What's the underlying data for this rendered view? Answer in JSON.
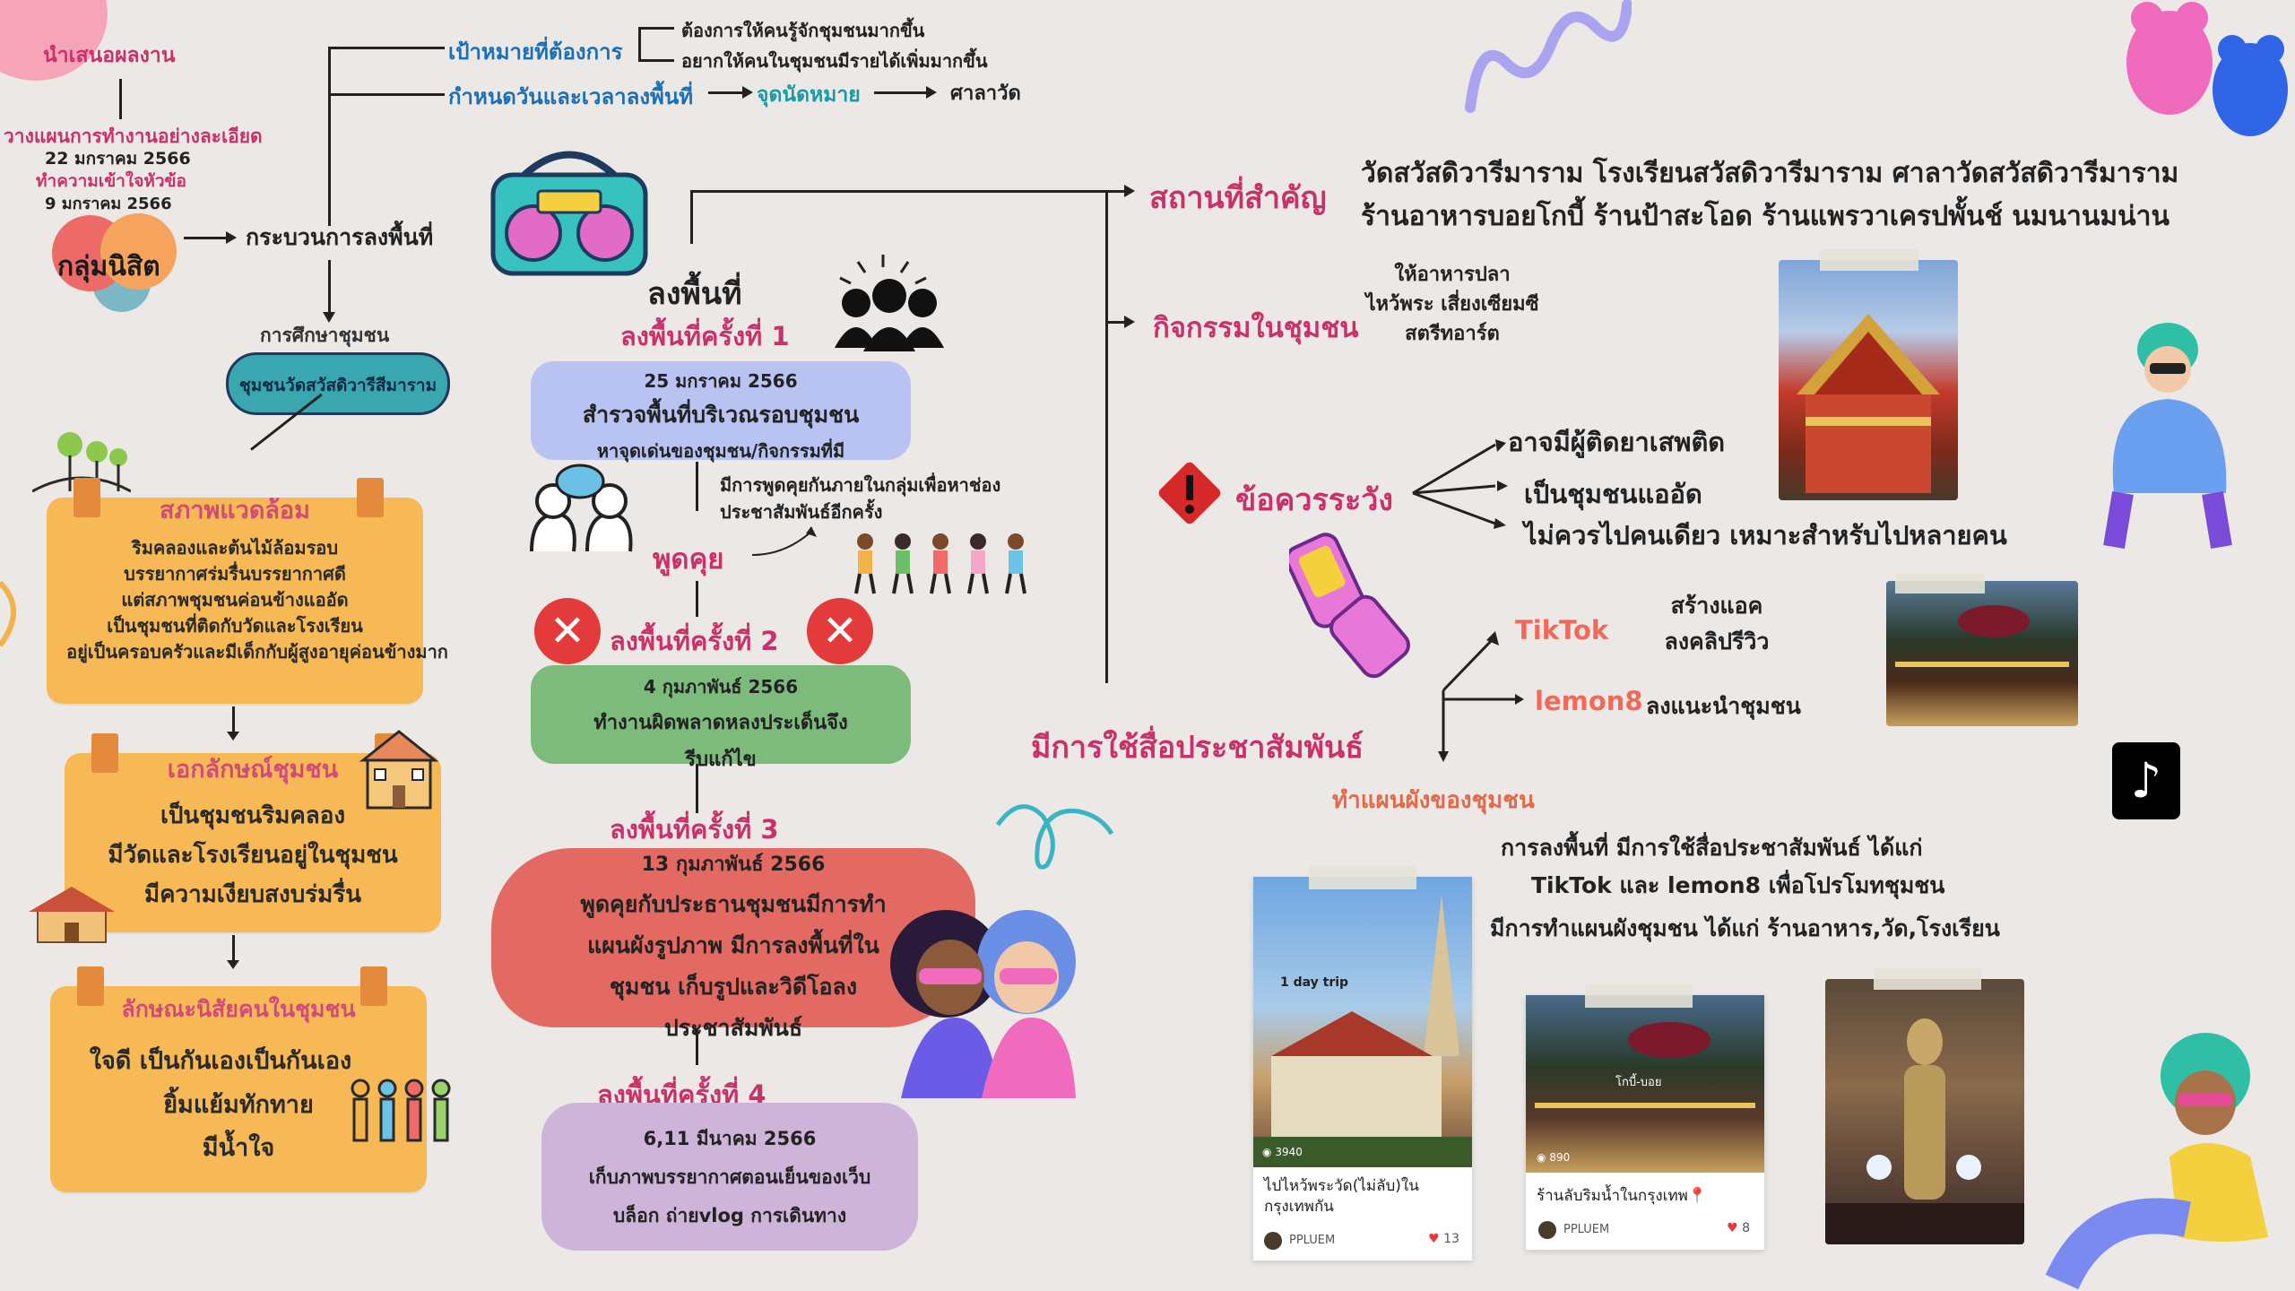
{
  "left_column": {
    "present_results": "นำเสนอผลงาน",
    "detailed_plan": "วางแผนการทำงานอย่างละเอียด",
    "plan_date": "22 มกราคม 2566",
    "understand_topic": "ทำความเข้าใจหัวข้อ",
    "understand_date": "9 มกราคม 2566",
    "student_group": "กลุ่มนิสิต",
    "fieldwork_process": "กระบวนการลงพื้นที่",
    "community_study": "การศึกษาชุมชน",
    "community_name": "ชุมชนวัดสวัสดิวารีสีมาราม"
  },
  "goals": {
    "goal_label": "เป้าหมายที่ต้องการ",
    "goal_1": "ต้องการให้คนรู้จักชุมชนมากขึ้น",
    "goal_2": "อยากให้คนในชุมชนมีรายได้เพิ่มมากขึ้น",
    "schedule_label": "กำหนดวันและเวลาลงพื้นที่",
    "meeting_point": "จุดนัดหมาย",
    "meeting_place": "ศาลาวัด"
  },
  "environment_box": {
    "title": "สภาพแวดล้อม",
    "lines": [
      "ริมคลองและต้นไม้ล้อมรอบ",
      "บรรยากาศร่มรื่นบรรยากาศดี",
      "แต่สภาพชุมชนค่อนข้างแออัด",
      "เป็นชุมชนที่ติดกับวัดและโรงเรียน",
      "อยู่เป็นครอบครัวและมีเด็กกับผู้สูงอายุค่อนข้างมาก"
    ]
  },
  "identity_box": {
    "title": "เอกลักษณ์ชุมชน",
    "lines": [
      "เป็นชุมชนริมคลอง",
      "มีวัดและโรงเรียนอยู่ในชุมชน",
      "มีความเงียบสงบร่มรื่น"
    ]
  },
  "character_box": {
    "title": "ลักษณะนิสัยคนในชุมชน",
    "lines": [
      "ใจดี เป็นกันเองเป็นกันเอง",
      "ยิ้มแย้มทักทาย",
      "มีน้ำใจ"
    ]
  },
  "fieldwork": {
    "heading": "ลงพื้นที่",
    "visit1_title": "ลงพื้นที่ครั้งที่ 1",
    "visit1_date": "25 มกราคม 2566",
    "visit1_line1": "สำรวจพื้นที่บริเวณรอบชุมชน",
    "visit1_line2": "หาจุดเด่นของชุมชน/กิจกรรมที่มี",
    "talk_note_1": "มีการพูดคุยกันภายในกลุ่มเพื่อหาช่อง",
    "talk_note_2": "ประชาสัมพันธ์อีกครั้ง",
    "talk_label": "พูดคุย",
    "visit2_title": "ลงพื้นที่ครั้งที่ 2",
    "visit2_date": "4 กุมภาพันธ์ 2566",
    "visit2_line1": "ทำงานผิดพลาดหลงประเด็นจึง",
    "visit2_line2": "รีบแก้ไข",
    "visit3_title": "ลงพื้นที่ครั้งที่ 3",
    "visit3_date": "13 กุมภาพันธ์ 2566",
    "visit3_lines": [
      "พูดคุยกับประธานชุมชนมีการทำ",
      "แผนผังรูปภาพ มีการลงพื้นที่ใน",
      "ชุมชน เก็บรูปและวิดีโอลง",
      "ประชาสัมพันธ์"
    ],
    "visit4_title": "ลงพื้นที่ครั้งที่ 4",
    "visit4_date": "6,11 มีนาคม 2566",
    "visit4_line1": "เก็บภาพบรรยากาศตอนเย็นของเว็บ",
    "visit4_line2": "บล็อก ถ่ายvlog การเดินทาง"
  },
  "right_side": {
    "places_label": "สถานที่สำคัญ",
    "places_line1": "วัดสวัสดิวารีมาราม โรงเรียนสวัสดิวารีมาราม ศาลาวัดสวัสดิวารีมาราม",
    "places_line2": "ร้านอาหารบอยโกบี้ ร้านป้าสะโอด ร้านแพรวาเครปพั้นช์ นมนานมน่าน",
    "activities_label": "กิจกรรมในชุมชน",
    "activities": [
      "ให้อาหารปลา",
      "ไหว้พระ เสี่ยงเซียมซี",
      "สตรีทอาร์ต"
    ],
    "caution_label": "ข้อควรระวัง",
    "cautions": [
      "อาจมีผู้ติดยาเสพติด",
      "เป็นชุมชนแออัด",
      "ไม่ควรไปคนเดียว เหมาะสำหรับไปหลายคน"
    ],
    "pr_label": "มีการใช้สื่อประชาสัมพันธ์",
    "tiktok_label": "TikTok",
    "tiktok_desc_1": "สร้างแอค",
    "tiktok_desc_2": "ลงคลิปรีวิว",
    "lemon_label": "lemon8",
    "lemon_desc": "ลงแนะนำชุมชน",
    "map_label": "ทำแผนผังของชุมชน",
    "summary_1": "การลงพื้นที่ มีการใช้สื่อประชาสัมพันธ์ ได้แก่",
    "summary_2": "TikTok และ lemon8 เพื่อโปรโมทชุมชน",
    "summary_3": "มีการทำแผนผังชุมชน ได้แก่ ร้านอาหาร,วัด,โรงเรียน"
  },
  "cards": {
    "card1_overlay": "1 day trip",
    "card1_views": "3940",
    "card1_title_1": "ไปไหว้พระวัด(ไม่ลับ)ใน",
    "card1_title_2": "กรุงเทพกัน",
    "card1_user": "PPLUEM",
    "card1_likes": "13",
    "card2_overlay_1": "โกบี้-บอย",
    "card2_views": "890",
    "card2_title": "ร้านลับริมน้ำในกรุงเทพ📍",
    "card2_user": "PPLUEM",
    "card2_likes": "8"
  },
  "icons": {
    "tiktok_logo": "tiktok-icon",
    "warning": "warning-icon",
    "people": "people-icon",
    "chat": "chat-icon",
    "phone": "flip-phone-icon",
    "radio": "boombox-icon"
  },
  "colors": {
    "pink_text": "#c8326a",
    "blue_text": "#1a6fb5",
    "orange_box": "#f7b955",
    "visit1_bg": "#b9c3f2",
    "visit2_bg": "#7dbb7d",
    "visit3_bg": "#e26a62",
    "visit4_bg": "#cdb4d8"
  }
}
